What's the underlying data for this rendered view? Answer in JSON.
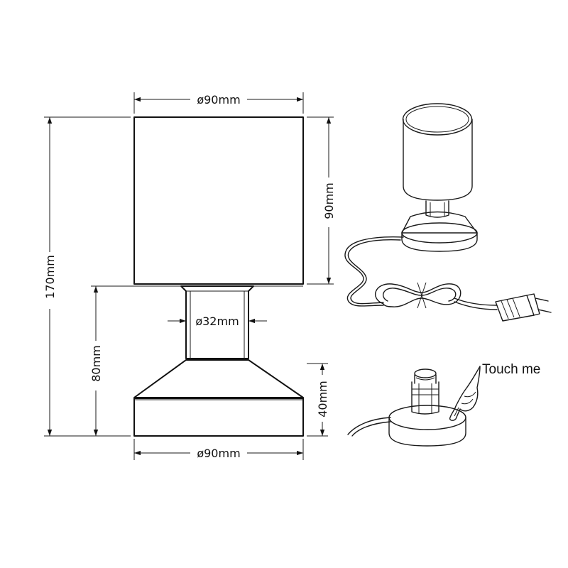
{
  "dimensions": {
    "shade_diameter": "ø90mm",
    "shade_height": "90mm",
    "total_height": "170mm",
    "base_height": "80mm",
    "neck_diameter": "ø32mm",
    "foot_height": "40mm",
    "foot_diameter": "ø90mm"
  },
  "callouts": {
    "touch": "Touch me"
  },
  "icons": {
    "plug": "plug-icon",
    "hand": "hand-pointing-icon"
  }
}
